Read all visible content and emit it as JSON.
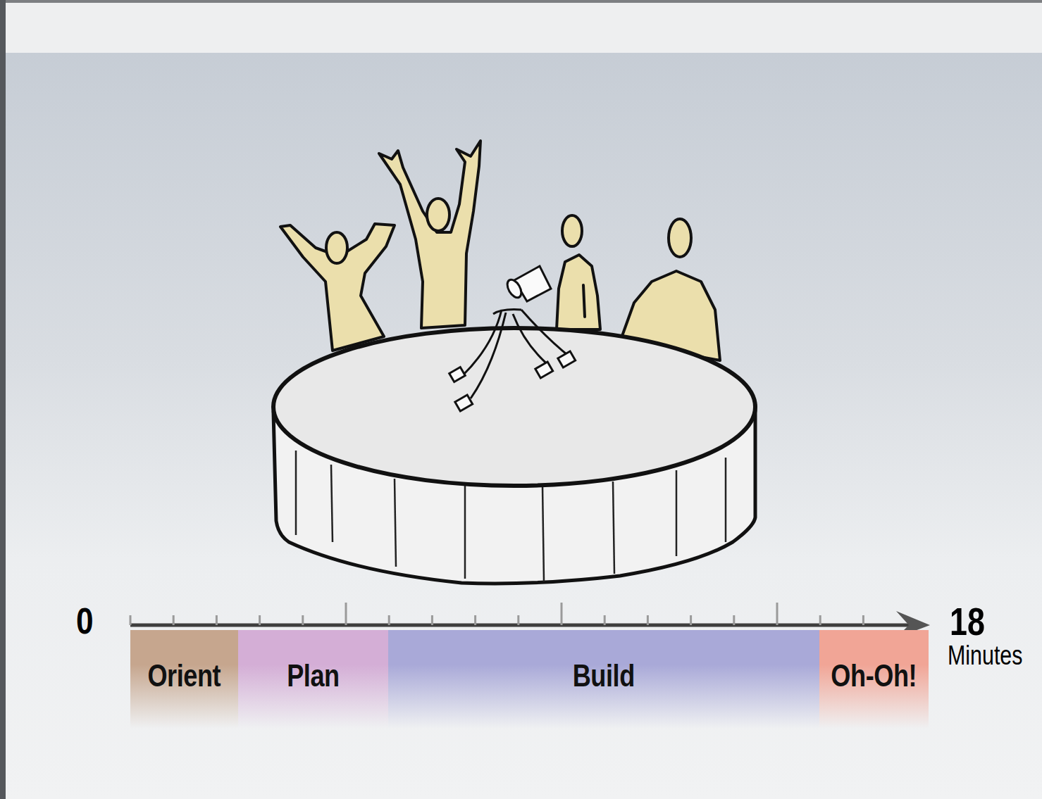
{
  "diagram": {
    "nodes": [
      {
        "text": [
          "Orient"
        ]
      },
      {
        "text": [
          "Plan"
        ]
      },
      {
        "text": [
          "Build"
        ]
      },
      {
        "text": [
          "Oh-Oh!"
        ]
      }
    ],
    "labels": [
      "0",
      "18",
      "Minutes"
    ]
  }
}
